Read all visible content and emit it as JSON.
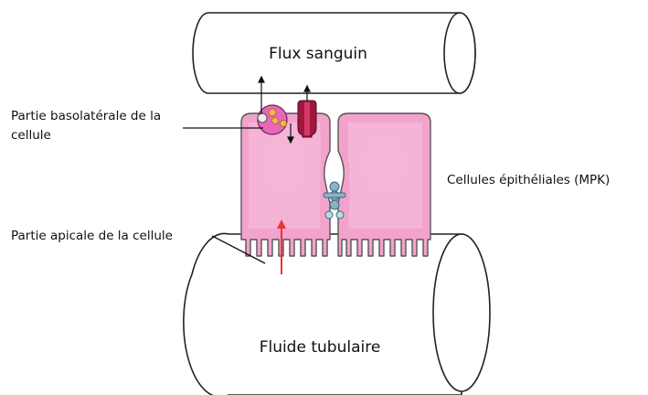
{
  "labels": {
    "blood_flow": "Flux sanguin",
    "basolateral": [
      "Partie basolatérale de la",
      "cellule"
    ],
    "epithelial_cells": "Cellules épithéliales (MPK)",
    "apical": "Partie apicale de la cellule",
    "tubular_fluid": "Fluide tubulaire"
  },
  "colors": {
    "cell_fill": "#f2a3cc",
    "cell_stroke": "#555555",
    "cell_highlight": "#f7c2de",
    "channel": "#a0173d",
    "pump_fill": "#e868b8",
    "junction": "#8ab4c6",
    "arrow_red": "#ee3333"
  }
}
